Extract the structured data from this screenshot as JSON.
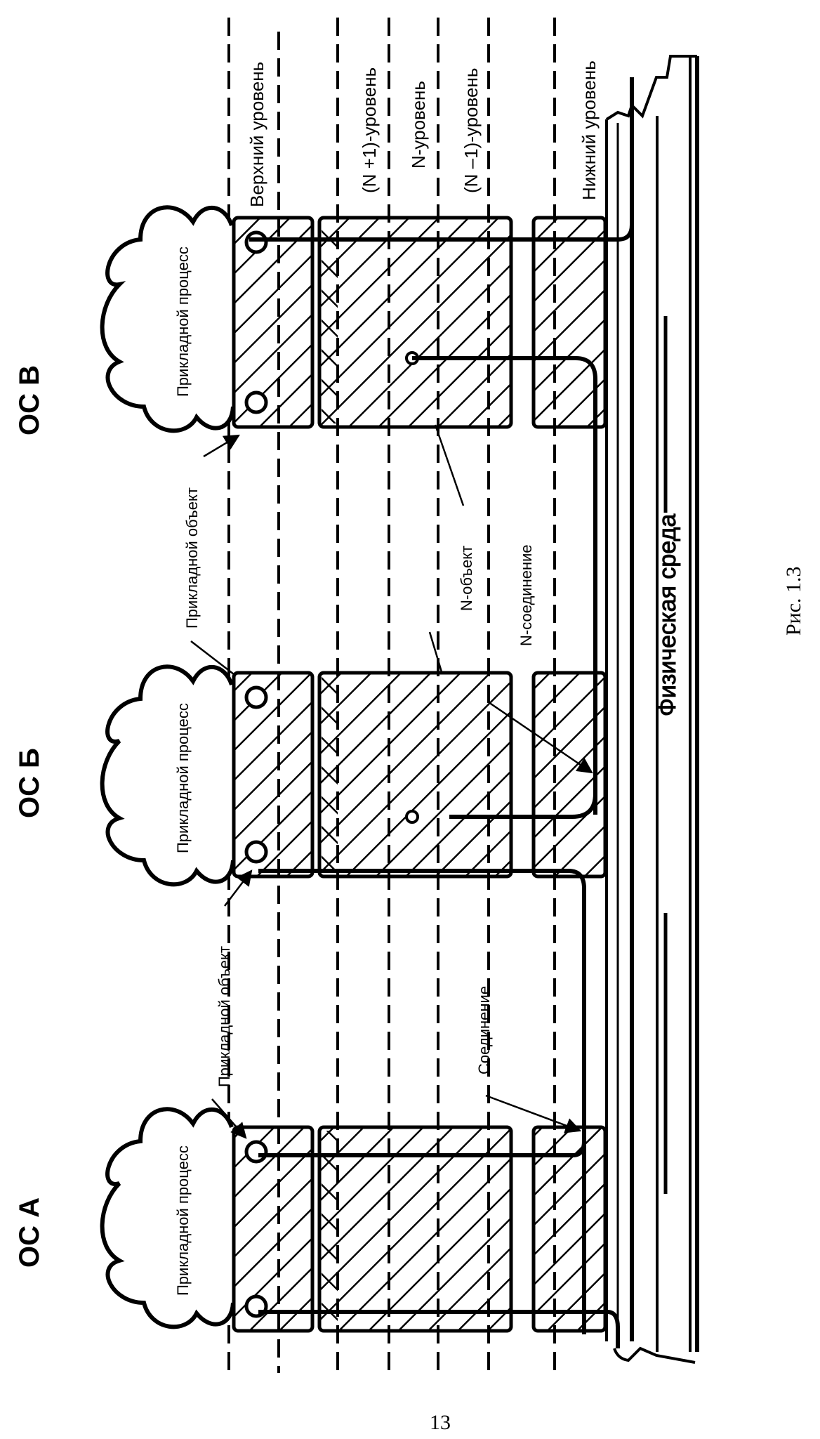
{
  "systems": [
    {
      "id": "V",
      "title": "ОС В",
      "process_label": "Прикладной процесс"
    },
    {
      "id": "B",
      "title": "ОС Б",
      "process_label": "Прикладной процесс"
    },
    {
      "id": "A",
      "title": "ОС А",
      "process_label": "Прикладной процесс"
    }
  ],
  "levels": [
    {
      "label": "Верхний уровень"
    },
    {
      "label": "(N +1)-уровень"
    },
    {
      "label": "N-уровень"
    },
    {
      "label": "(N –1)-уровень"
    },
    {
      "label": "Нижний уровень"
    }
  ],
  "annotations": {
    "app_object_upper": "Прикладной объект",
    "app_object_lower": "Прикладной объект",
    "n_object": "N-объект",
    "n_connection": "N-соединение",
    "connection": "Соединение"
  },
  "physical_medium": "Физическая среда",
  "figure_caption": "Рис. 1.3",
  "page_number": "13",
  "colors": {
    "ink": "#000000",
    "paper": "#ffffff"
  }
}
